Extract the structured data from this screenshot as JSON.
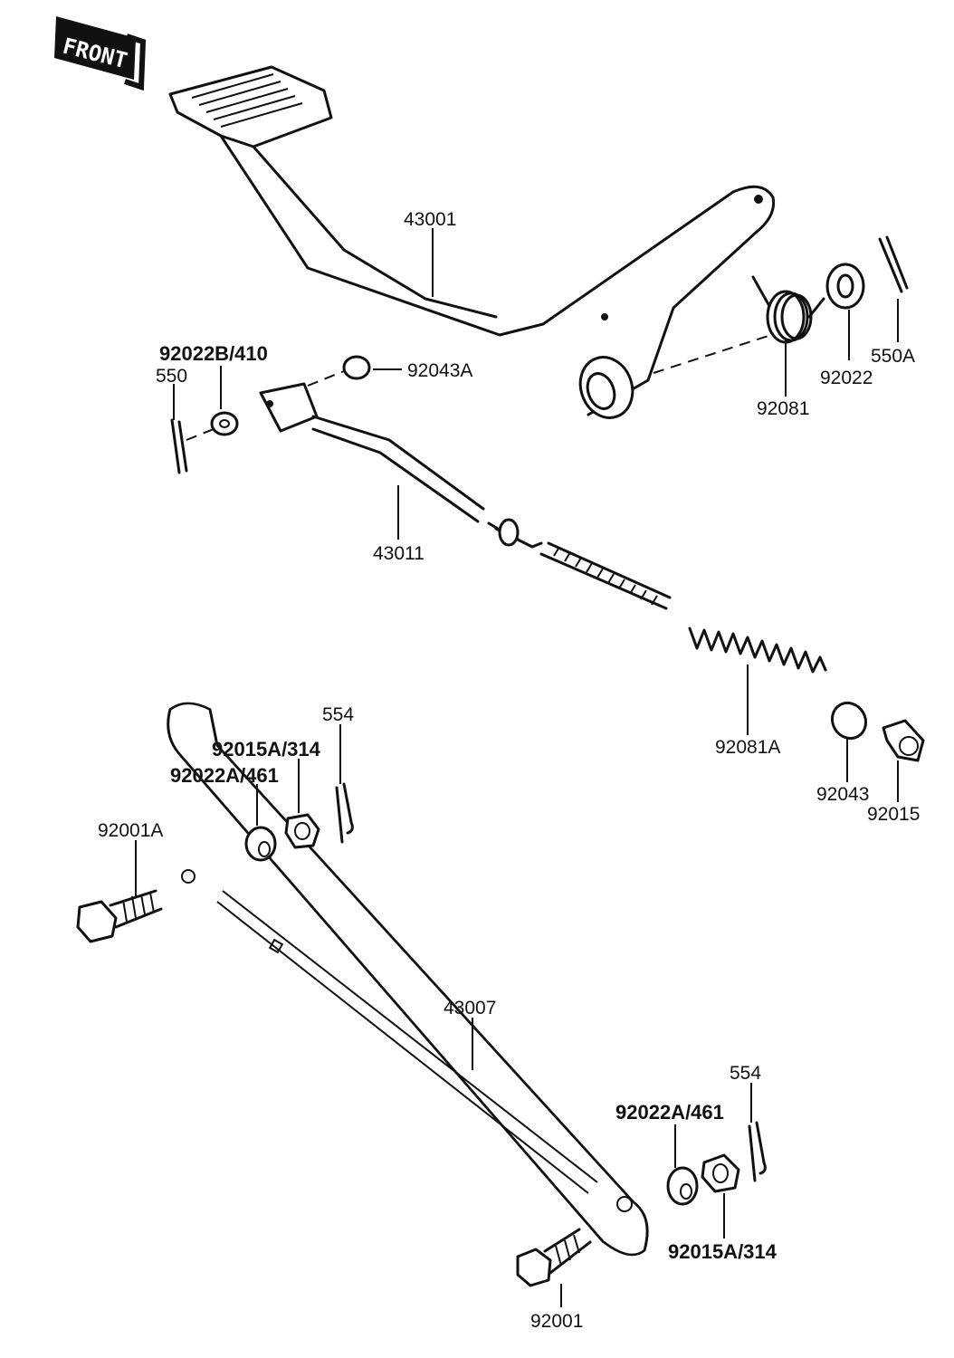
{
  "front_badge": "FRONT",
  "labels": {
    "p43001": "43001",
    "p92022B_410": "92022B/410",
    "p550": "550",
    "p92043A": "92043A",
    "p92081": "92081",
    "p92022": "92022",
    "p550A": "550A",
    "p43011": "43011",
    "p554_top": "554",
    "p92015A_314_top": "92015A/314",
    "p92022A_461_top": "92022A/461",
    "p92081A": "92081A",
    "p92043": "92043",
    "p92015": "92015",
    "p92001A": "92001A",
    "p43007": "43007",
    "p554_bottom": "554",
    "p92022A_461_bottom": "92022A/461",
    "p92015A_314_bottom": "92015A/314",
    "p92001": "92001"
  }
}
